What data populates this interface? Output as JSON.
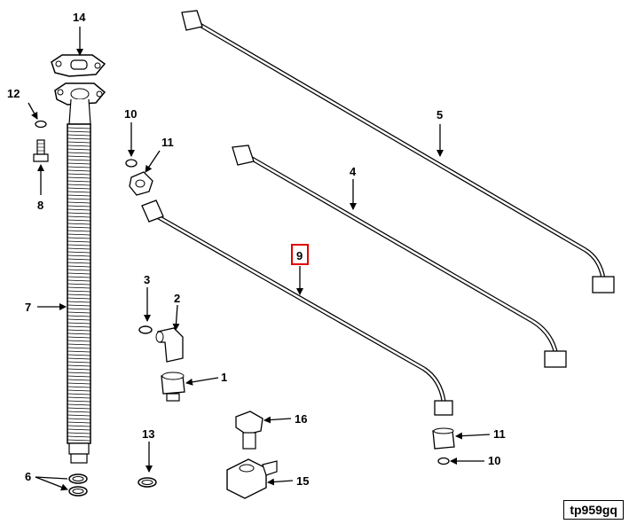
{
  "figure_id": "tp959gq",
  "highlight_color": "#e00000",
  "highlighted_callout": "9",
  "callouts": {
    "c1": "1",
    "c2": "2",
    "c3": "3",
    "c4": "4",
    "c5": "5",
    "c6": "6",
    "c7": "7",
    "c8": "8",
    "c9": "9",
    "c10a": "10",
    "c10b": "10",
    "c11a": "11",
    "c11b": "11",
    "c12": "12",
    "c13": "13",
    "c14": "14",
    "c15": "15",
    "c16": "16"
  }
}
